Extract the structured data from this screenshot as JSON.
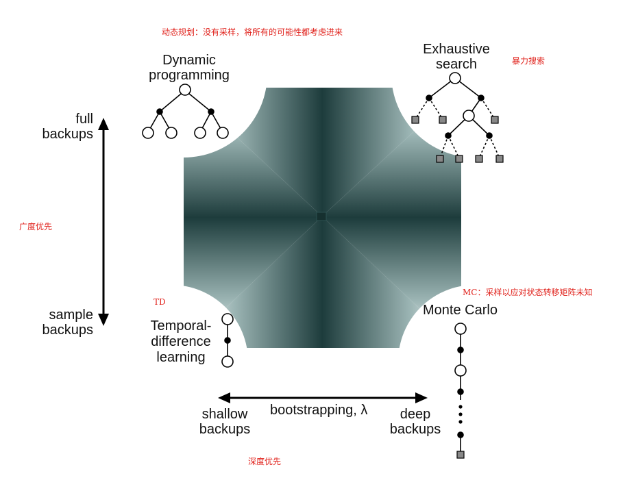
{
  "labels": {
    "dynamic_programming": "Dynamic\nprogramming",
    "exhaustive_search": "Exhaustive\nsearch",
    "temporal_difference": "Temporal-\ndifference\nlearning",
    "monte_carlo": "Monte Carlo",
    "full_backups": "full\nbackups",
    "sample_backups": "sample\nbackups",
    "shallow_backups": "shallow\nbackups",
    "deep_backups": "deep\nbackups",
    "bootstrapping": "bootstrapping, λ"
  },
  "annotations": {
    "top": "动态规划：没有采样，将所有的可能性都考虑进来",
    "exhaustive": "暴力搜索",
    "left": "广度优先",
    "td": "TD",
    "mc": "MC：采样以应对状态转移矩阵未知",
    "bottom": "深度优先"
  },
  "colors": {
    "gradient_outer": "#ffffff",
    "gradient_inner": "#1f3f3f",
    "gradient_mid": "#3d6c6b",
    "annotation_red": "#e0201a",
    "terminal_gray": "#888888"
  }
}
